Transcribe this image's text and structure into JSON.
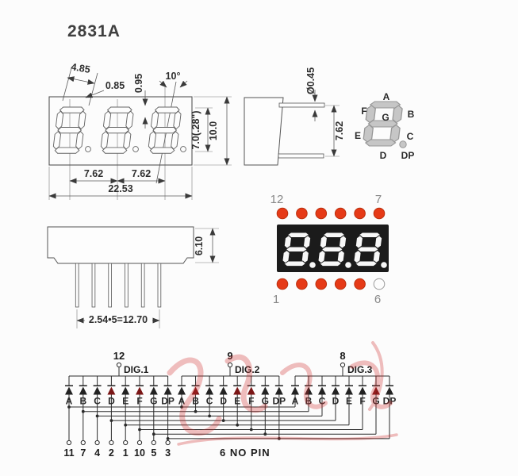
{
  "title": "2831A",
  "front": {
    "w": "4.85",
    "t1": "0.85",
    "t2": "0.95",
    "angle": "10°",
    "p1": "7.62",
    "p2": "7.62",
    "tw": "22.53",
    "dh": "7.0(.28\")",
    "th": "10.0"
  },
  "side": {
    "dia": "Ø0.45",
    "pitch": "7.62"
  },
  "segmap": {
    "labels": [
      "A",
      "B",
      "C",
      "D",
      "E",
      "F",
      "G",
      "DP"
    ]
  },
  "profile": {
    "h": "6.10",
    "span": "2.54•5=12.70"
  },
  "photo": {
    "tl": "12",
    "tr": "7",
    "bl": "1",
    "br": "6"
  },
  "schematic": {
    "digits": [
      {
        "pin": "12",
        "label": "DIG.1"
      },
      {
        "pin": "9",
        "label": "DIG.2"
      },
      {
        "pin": "8",
        "label": "DIG.3"
      }
    ],
    "segments": [
      "A",
      "B",
      "C",
      "D",
      "E",
      "F",
      "G",
      "DP"
    ],
    "pins": [
      "11",
      "7",
      "4",
      "2",
      "1",
      "10",
      "5",
      "3"
    ],
    "note": "6 NO PIN"
  },
  "colors": {
    "led": "#e63a17",
    "led_edge": "#b8300f",
    "display": "#1b1b1b",
    "line": "#4a4a4a",
    "ink": "#2b2b2b",
    "gray_label": "#878787",
    "watermark": "#cf2b2b",
    "diode_red": "#7a1616",
    "diode_black": "#222222"
  }
}
